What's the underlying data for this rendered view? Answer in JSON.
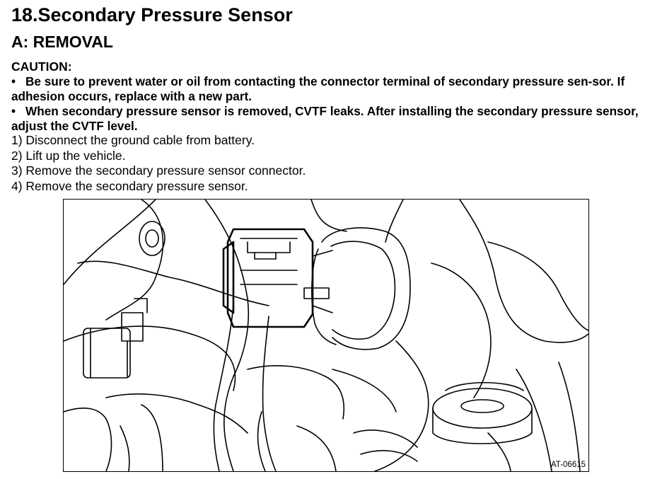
{
  "section": {
    "title": "18.Secondary Pressure Sensor"
  },
  "subsection": {
    "title": "A:  REMOVAL"
  },
  "caution": {
    "title": "CAUTION:",
    "items": [
      "Be sure to prevent water or oil from contacting the connector terminal of secondary pressure sen-sor. If adhesion occurs, replace with a new part.",
      "When secondary pressure sensor is removed, CVTF leaks. After installing the secondary pressure sensor, adjust the CVTF level."
    ]
  },
  "steps": [
    "1) Disconnect the ground cable from battery.",
    "2) Lift up the vehicle.",
    "3) Remove the secondary pressure sensor connector.",
    "4) Remove the secondary pressure sensor."
  ],
  "figure": {
    "id": "AT-06615"
  }
}
